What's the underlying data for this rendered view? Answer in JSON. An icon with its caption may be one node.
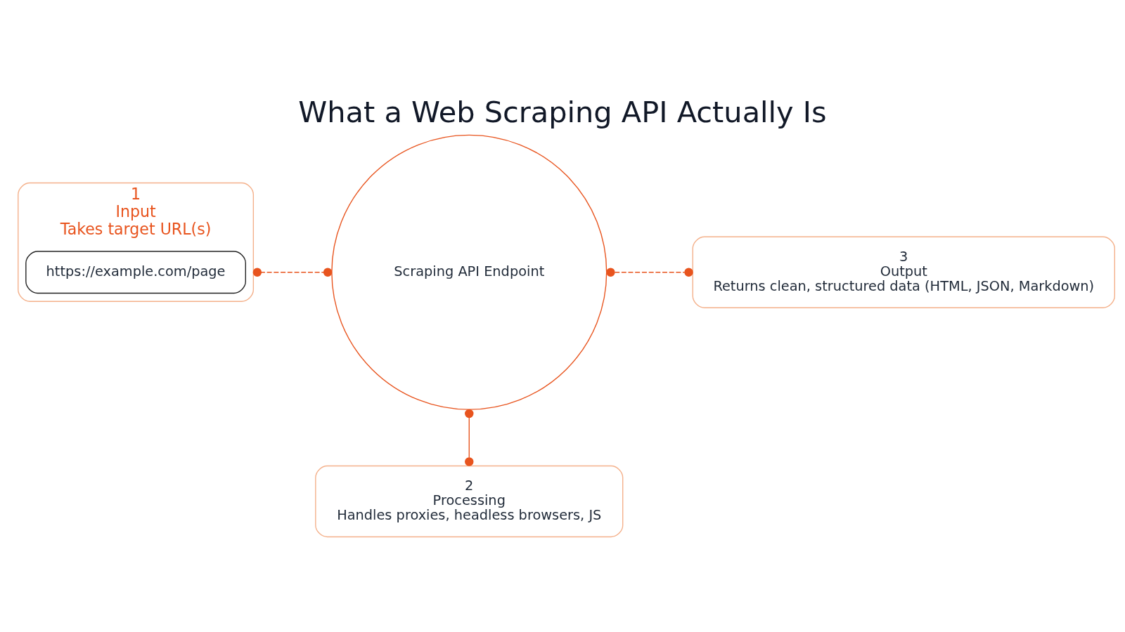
{
  "diagram": {
    "title": "What a Web Scraping API Actually Is",
    "nodes": [
      {
        "text": [
          "1",
          "Input",
          "Takes target URL(s)"
        ]
      },
      {
        "text": [
          "https://example.com/page"
        ],
        "in": 0
      },
      {
        "text": [
          "Scraping API Endpoint"
        ]
      },
      {
        "text": [
          "3",
          "Output",
          "Returns clean, structured data (HTML, JSON, Markdown)"
        ]
      },
      {
        "text": [
          "2",
          "Processing",
          "Handles proxies, headless browsers, JS"
        ]
      }
    ],
    "edges": [
      {
        "from": 0,
        "to": 2,
        "arrow": "other",
        "style": "dashed"
      },
      {
        "from": 2,
        "to": 3,
        "arrow": "other",
        "style": "dashed"
      },
      {
        "from": 2,
        "to": 4,
        "arrow": "other"
      }
    ]
  }
}
